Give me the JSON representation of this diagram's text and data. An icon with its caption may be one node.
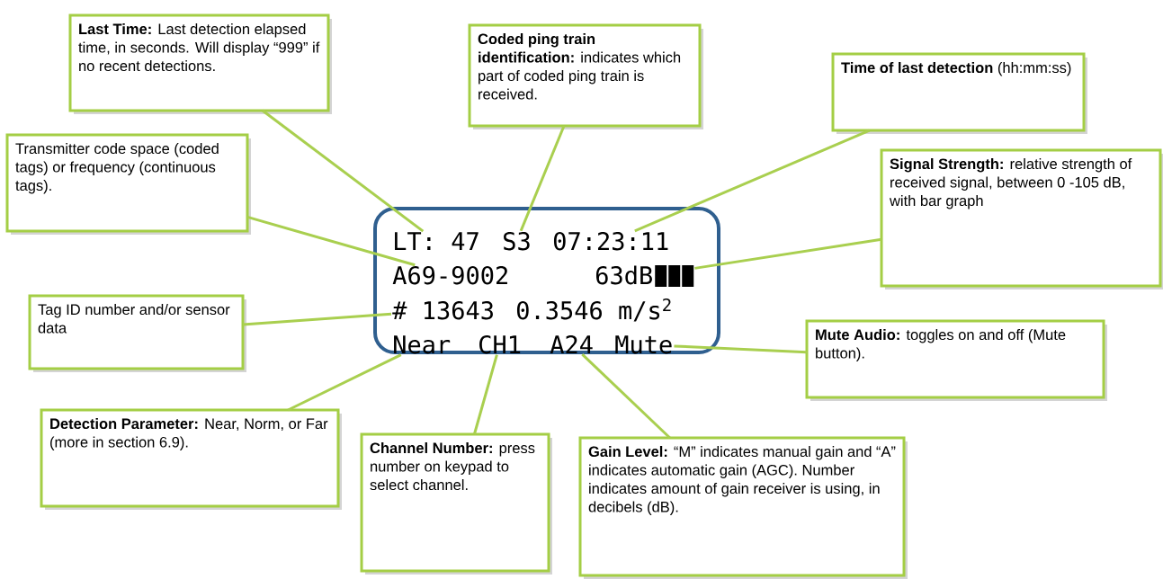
{
  "diagram": {
    "nodes": [
      {
        "text": [],
        "shape": "box"
      },
      {
        "text": [
          "LT: 47"
        ],
        "in": 0
      },
      {
        "text": [
          "S3"
        ],
        "in": 0
      },
      {
        "text": [
          "07:23:11"
        ],
        "in": 0
      },
      {
        "text": [
          "A69-9002"
        ],
        "in": 0
      },
      {
        "text": [
          "63dB"
        ],
        "in": 0
      },
      {
        "text": [
          "# 13643"
        ],
        "in": 0
      },
      {
        "text": [
          "0.3546 m/s$^{2}$"
        ],
        "in": 0
      },
      {
        "text": [
          "Near"
        ],
        "in": 0
      },
      {
        "text": [
          "CH1"
        ],
        "in": 0
      },
      {
        "text": [
          "A24"
        ],
        "in": 0
      },
      {
        "text": [
          "Mute"
        ],
        "in": 0
      },
      {
        "text": [
          "**Last Time:** Last detection elapsed time, in seconds. Will display “999” if no recent detections."
        ]
      },
      {
        "text": [
          "**Coded ping train identification:** indicates which part of coded ping train is received."
        ]
      },
      {
        "text": [
          "**Time of last detection** (hh:mm:ss)"
        ]
      },
      {
        "text": [
          "Transmitter code space (coded tags) or frequency (continuous tags)."
        ]
      },
      {
        "text": [
          "**Signal Strength:** relative strength of received signal, between 0 -105 dB, with bar graph"
        ]
      },
      {
        "text": [
          "Tag ID number and/or sensor data"
        ]
      },
      {
        "text": [
          "**Mute Audio:** toggles on and off (Mute button)."
        ]
      },
      {
        "text": [
          "**Detection Parameter:** Near, Norm, or Far (more in section 6.9)."
        ]
      },
      {
        "text": [
          "**Channel Number:** press number on keypad to select channel."
        ]
      },
      {
        "text": [
          "**Gain Level:** “M” indicates manual gain and “A” indicates automatic gain (AGC).  Number indicates amount of gain receiver is using, in decibels (dB)."
        ]
      }
    ],
    "edges": [
      {
        "from": 12,
        "to": 1,
        "arrow": "none"
      },
      {
        "from": 13,
        "to": 2,
        "arrow": "none"
      },
      {
        "from": 14,
        "to": 3,
        "arrow": "none"
      },
      {
        "from": 15,
        "to": 4,
        "arrow": "none"
      },
      {
        "from": 16,
        "to": 5,
        "arrow": "none"
      },
      {
        "from": 17,
        "to": 6,
        "arrow": "none"
      },
      {
        "from": 18,
        "to": 11,
        "arrow": "none"
      },
      {
        "from": 19,
        "to": 8,
        "arrow": "none"
      },
      {
        "from": 20,
        "to": 9,
        "arrow": "none"
      },
      {
        "from": 21,
        "to": 10,
        "arrow": "none"
      }
    ]
  }
}
